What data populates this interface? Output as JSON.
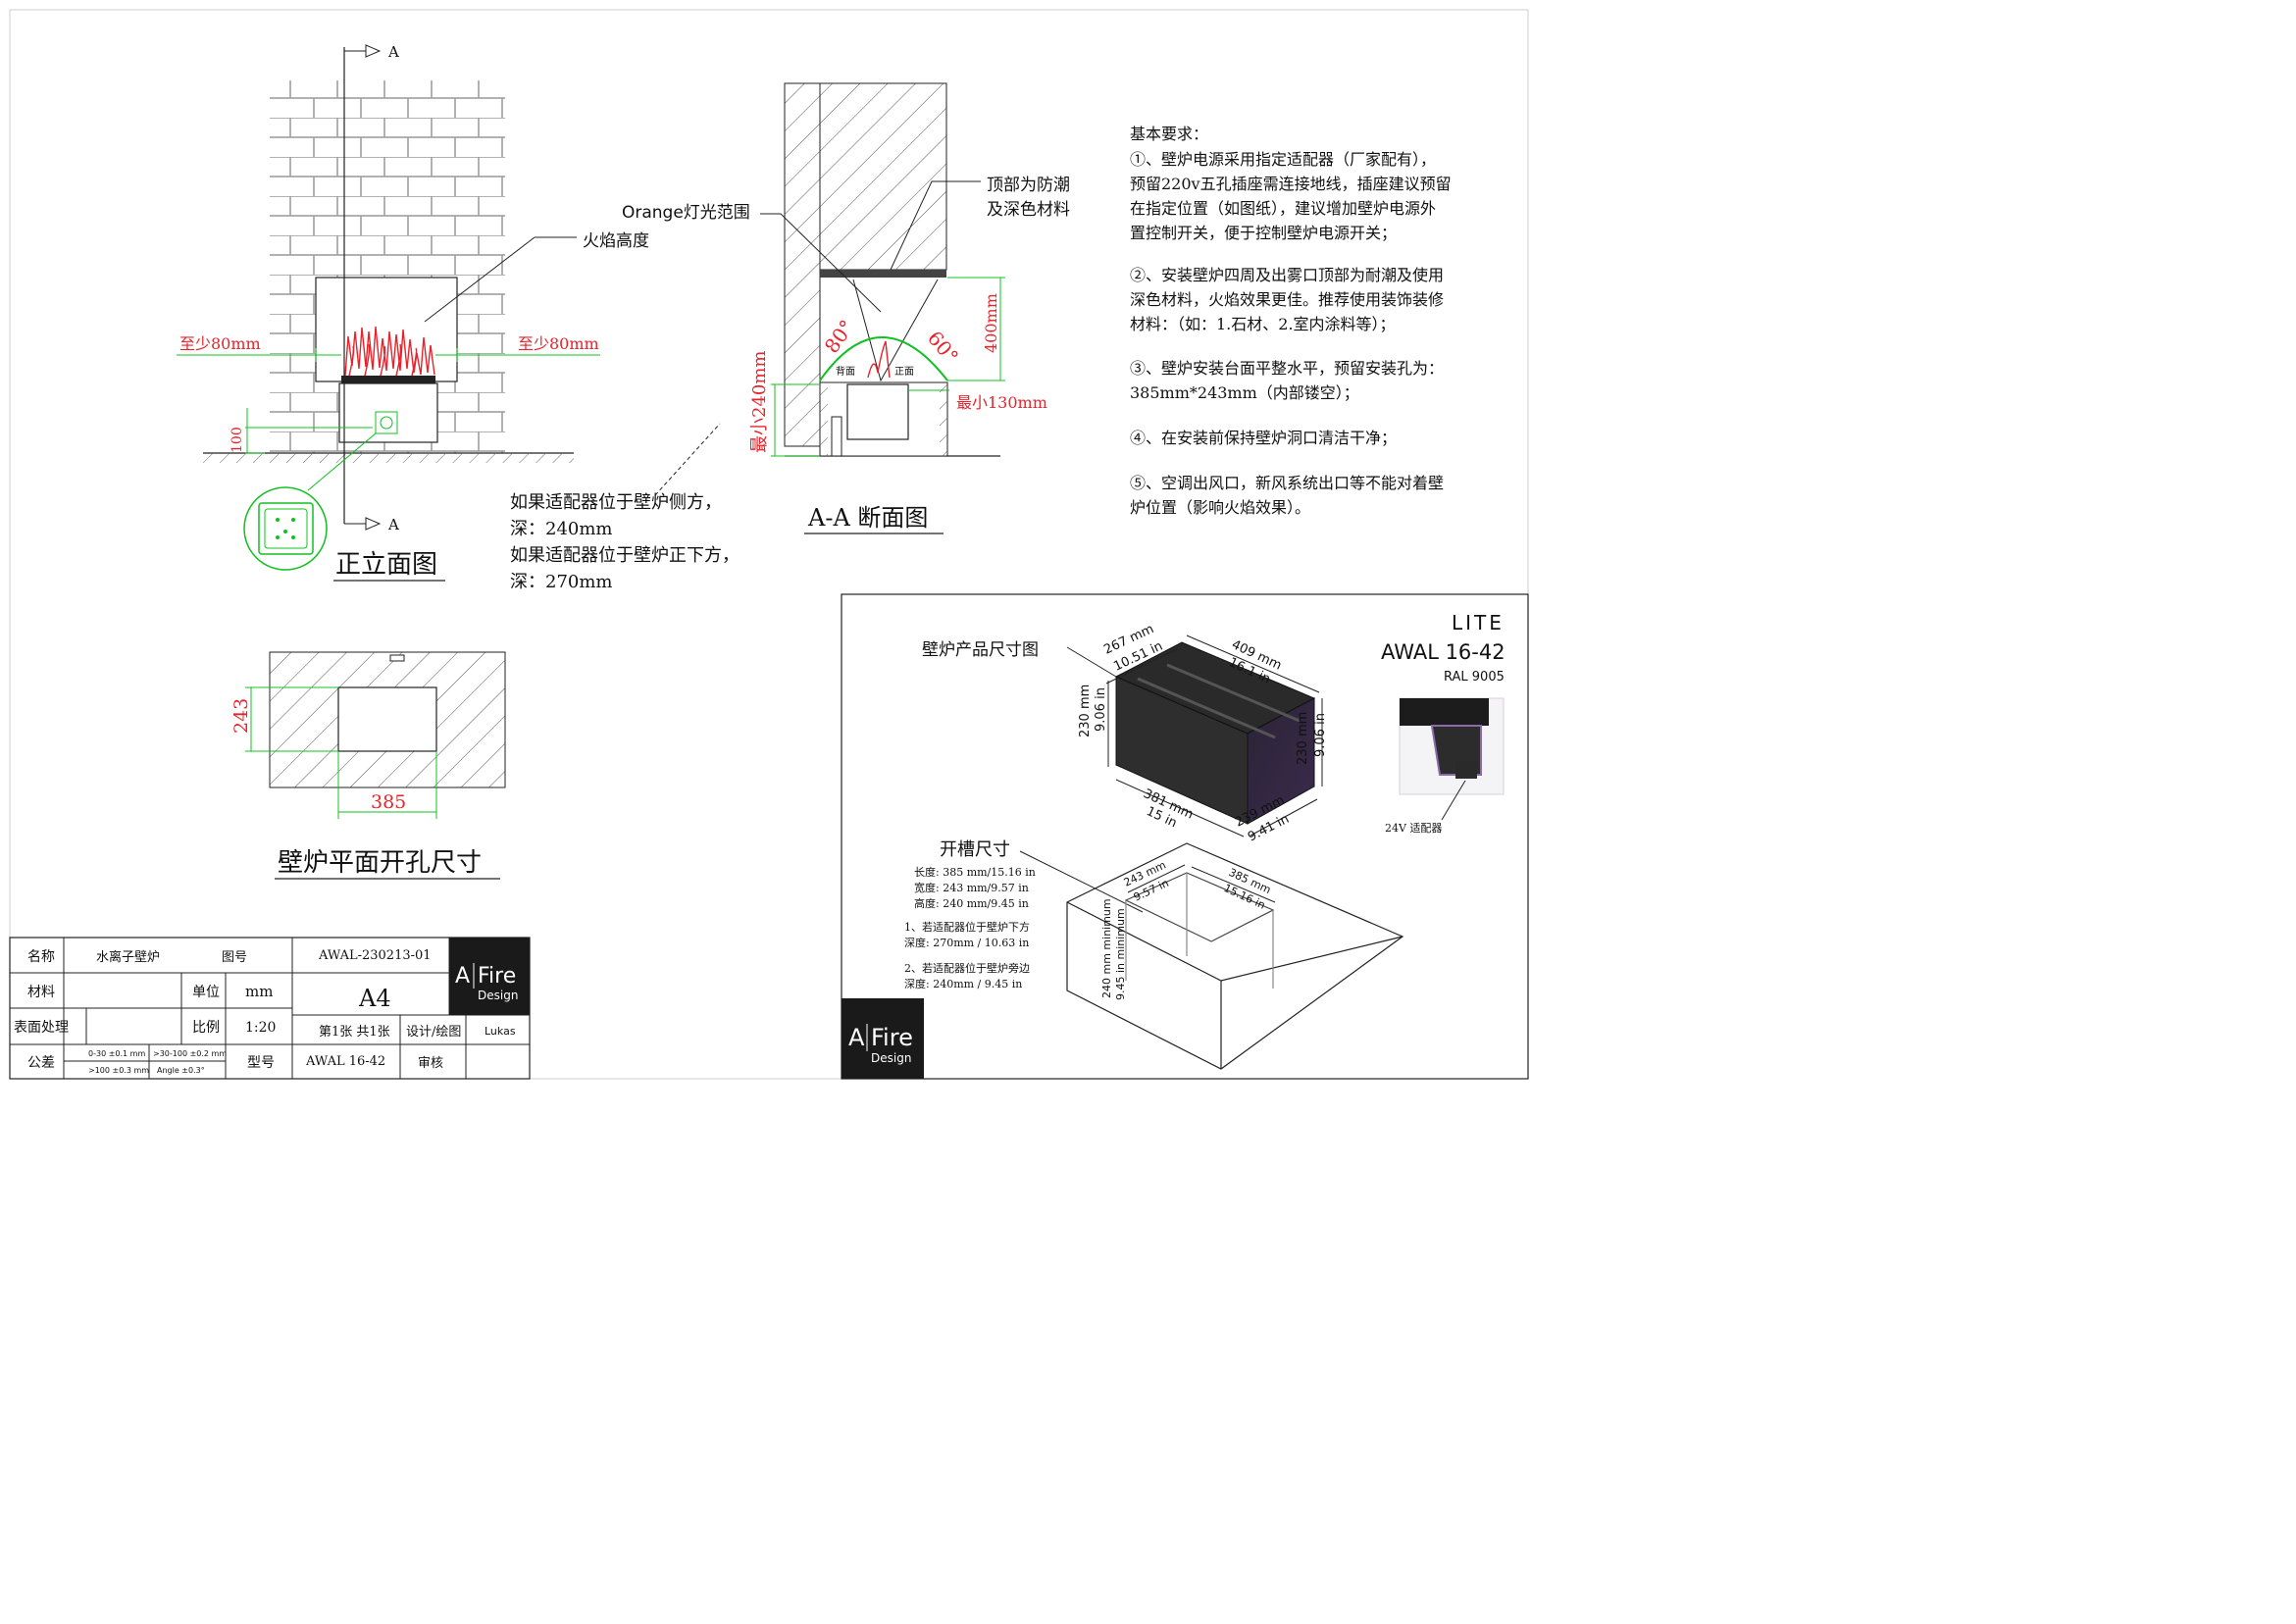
{
  "front_view": {
    "section_marker_top": "A",
    "section_marker_bottom": "A",
    "flame_height_label": "火焰高度",
    "left_clearance": "至少80mm",
    "right_clearance": "至少80mm",
    "socket_height": "100",
    "title": "正立面图"
  },
  "section_view": {
    "orange_light_label": "Orange灯光范围",
    "top_material_line1": "顶部为防潮",
    "top_material_line2": "及深色材料",
    "angle_left": "80°",
    "angle_right": "60°",
    "height_above": "400mm",
    "min_depth_left": "最小240mm",
    "min_side": "最小130mm",
    "back_label": "背面",
    "front_label": "正面",
    "title": "A-A 断面图"
  },
  "adapter_note": {
    "line1": "如果适配器位于壁炉侧方，",
    "line2": "深：240mm",
    "line3": "如果适配器位于壁炉正下方，",
    "line4": "深：270mm"
  },
  "requirements": {
    "heading": "基本要求：",
    "items": [
      "①、壁炉电源采用指定适配器（厂家配有），",
      "预留220v五孔插座需连接地线，插座建议预留",
      "在指定位置（如图纸），建议增加壁炉电源外",
      "置控制开关，便于控制壁炉电源开关；",
      "②、安装壁炉四周及出雾口顶部为耐潮及使用",
      "深色材料，火焰效果更佳。推荐使用装饰装修",
      "材料：（如：1.石材、2.室内涂料等）；",
      "③、壁炉安装台面平整水平，预留安装孔为：",
      "385mm*243mm（内部镂空）；",
      "④、在安装前保持壁炉洞口清洁干净；",
      "⑤、空调出风口，新风系统出口等不能对着壁",
      "炉位置（影响火焰效果）。"
    ]
  },
  "plan_view": {
    "height_dim": "243",
    "width_dim": "385",
    "title": "壁炉平面开孔尺寸"
  },
  "product_panel": {
    "brand_line1": "LITE",
    "brand_line2": "AWAL 16-42",
    "brand_line3": "RAL 9005",
    "product_dims_title": "壁炉产品尺寸图",
    "dim_depth_mm": "267 mm",
    "dim_depth_in": "10.51 in",
    "dim_len_mm": "409 mm",
    "dim_len_in": "16.1 in",
    "dim_h_left_mm": "230 mm",
    "dim_h_left_in": "9.06 in",
    "dim_h_right_mm": "230 mm",
    "dim_h_right_in": "9.06 in",
    "dim_base_mm": "381 mm",
    "dim_base_in": "15 in",
    "dim_base2_mm": "239 mm",
    "dim_base2_in": "9.41 in",
    "adapter_label": "24V 适配器",
    "slot_title": "开槽尺寸",
    "slot_len": "长度: 385 mm/15.16 in",
    "slot_wid": "宽度: 243 mm/9.57 in",
    "slot_hgt": "高度: 240 mm/9.45 in",
    "slot_note1a": "1、若适配器位于壁炉下方",
    "slot_note1b": "深度: 270mm / 10.63 in",
    "slot_note2a": "2、若适配器位于壁炉旁边",
    "slot_note2b": "深度: 240mm / 9.45 in",
    "slot_w_mm": "243 mm",
    "slot_w_in": "9.57 in",
    "slot_l_mm": "385 mm",
    "slot_l_in": "15.16 in",
    "slot_h_mm": "240 mm minimum",
    "slot_h_in": "9.45 in minimum",
    "logo_a": "A",
    "logo_fire": "Fire",
    "logo_design": "Design"
  },
  "title_block": {
    "name_label": "名称",
    "name_value": "水离子壁炉",
    "drawing_no_label": "图号",
    "drawing_no": "AWAL-230213-01",
    "material_label": "材料",
    "unit_label": "单位",
    "unit_value": "mm",
    "paper": "A4",
    "surface_label": "表面处理",
    "scale_label": "比例",
    "scale_value": "1:20",
    "sheet_value": "第1张 共1张",
    "design_label": "设计/绘图",
    "designer": "Lukas",
    "tolerance_label": "公差",
    "tol1": "0-30 ±0.1 mm",
    "tol2": ">30-100 ±0.2 mm",
    "tol3": ">100 ±0.3 mm",
    "tol4": "Angle ±0.3°",
    "model_label": "型号",
    "model_value": "AWAL 16-42",
    "review_label": "审核",
    "logo_a": "A",
    "logo_fire": "Fire",
    "logo_design": "Design"
  }
}
